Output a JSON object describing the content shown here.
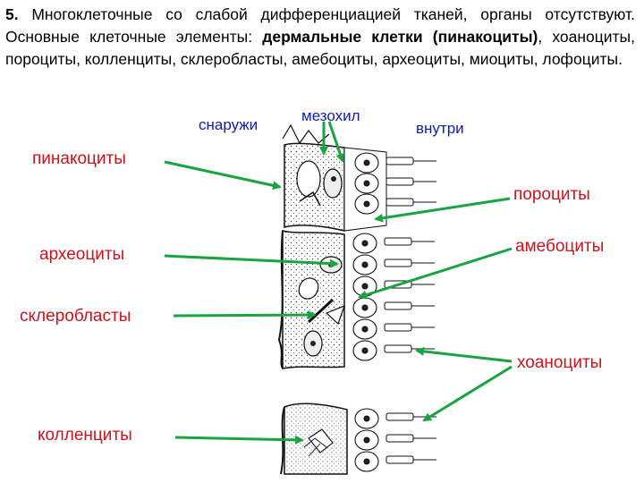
{
  "text": {
    "number": "5.",
    "intro": " Многоклеточные со слабой дифференциацией тканей, органы отсутствуют. Основные клеточные элементы: ",
    "bold_term": "дермальные клетки (пинакоциты)",
    "rest": ", хоаноциты, пороциты, колленциты, склеробласты, амебоциты, археоциты, миоциты, лофоциты."
  },
  "labels": {
    "outside": "снаружи",
    "mesohyl": "мезохил",
    "inside": "внутри",
    "pinacocytes": "пинакоциты",
    "porocytes": "пороциты",
    "archaeocytes": "археоциты",
    "amoebocytes": "амебоциты",
    "sclerocytes": "склеробласты",
    "choanocytes": "хоаноциты",
    "collencytes": "колленциты"
  },
  "colors": {
    "arrow": "#1aa341",
    "label_red": "#d0121b",
    "label_blue": "#0d1ea8"
  }
}
